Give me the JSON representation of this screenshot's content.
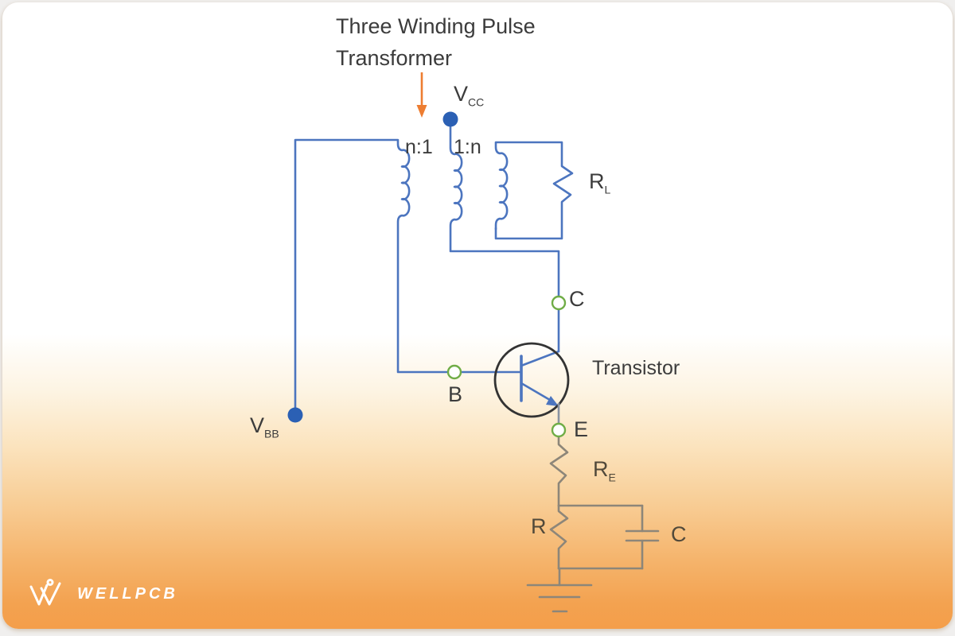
{
  "colors": {
    "wire_blue": "#4C75BF",
    "terminal_dot_blue": "#2B60B4",
    "node_green": "#70AD47",
    "pointer_arrow_orange": "#ED7D31",
    "passive_gray": "#8D8679",
    "transistor_outline": "#333333",
    "background_orange": "#F49E4A",
    "label_dark": "#3C3C3C",
    "logo_white": "#FFFFFF"
  },
  "diagram": {
    "title": "Three Winding Pulse\nTransformer",
    "transformer": {
      "ratio_left": "n:1",
      "ratio_right": "1:n"
    },
    "labels": {
      "vcc": {
        "main": "V",
        "sub": "CC"
      },
      "vbb": {
        "main": "V",
        "sub": "BB"
      },
      "rl": {
        "main": "R",
        "sub": "L"
      },
      "re": {
        "main": "R",
        "sub": "E"
      },
      "r": "R",
      "cap": "C",
      "collector": "C",
      "base": "B",
      "emitter": "E",
      "transistor": "Transistor"
    }
  },
  "logo": {
    "text": "WELLPCB"
  }
}
